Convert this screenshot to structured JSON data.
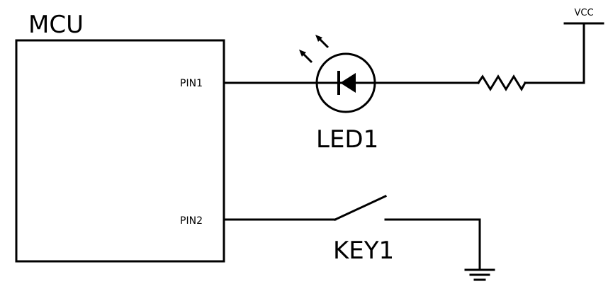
{
  "diagram": {
    "mcu_label": "MCU",
    "pin1_label": "PIN1",
    "pin2_label": "PIN2",
    "led_label": "LED1",
    "key_label": "KEY1",
    "vcc_label": "VCC"
  },
  "colors": {
    "ink": "#000000",
    "background": "#ffffff"
  }
}
